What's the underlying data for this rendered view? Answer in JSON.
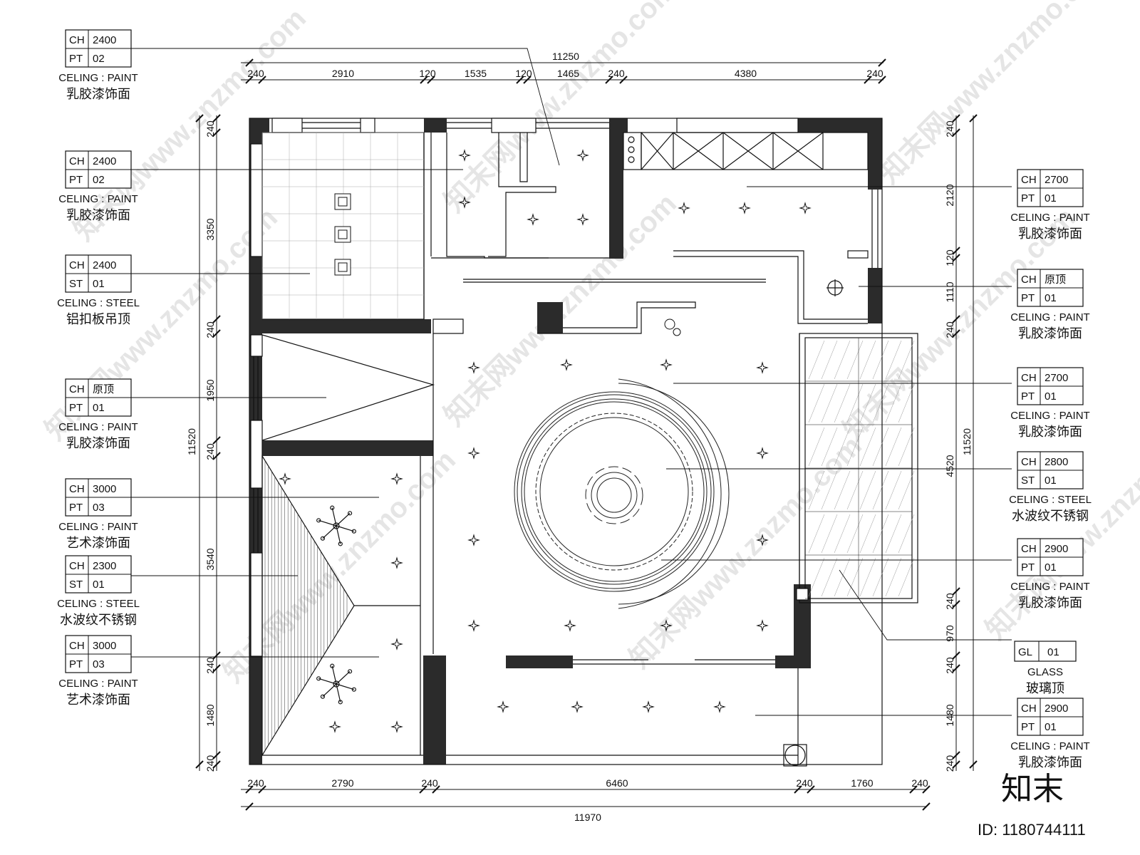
{
  "plan_title": "",
  "logo_text": "知末",
  "id_text": "ID: 1180744111",
  "watermark_text": "知末网www.znzmo.com",
  "dims": {
    "top_total": "11250",
    "top_parts": [
      "240",
      "2910",
      "120",
      "1535",
      "120",
      "1465",
      "240",
      "4380",
      "240"
    ],
    "bottom_total": "11970",
    "bottom_parts": [
      "240",
      "2790",
      "240",
      "6460",
      "240",
      "1760",
      "240"
    ],
    "left_total": "11520",
    "left_parts": [
      "240",
      "3350",
      "240",
      "1950",
      "240",
      "3540",
      "240",
      "1480",
      "240"
    ],
    "right_total": "11520",
    "right_parts": [
      "240",
      "2120",
      "120",
      "1110",
      "240",
      "4520",
      "240",
      "970",
      "240",
      "1480",
      "240"
    ]
  },
  "left_tags": [
    {
      "r1k": "CH",
      "r1v": "2400",
      "r2k": "PT",
      "r2v": "02",
      "en": "CELING : PAINT",
      "cn": "乳胶漆饰面"
    },
    {
      "r1k": "CH",
      "r1v": "2400",
      "r2k": "PT",
      "r2v": "02",
      "en": "CELING : PAINT",
      "cn": "乳胶漆饰面"
    },
    {
      "r1k": "CH",
      "r1v": "2400",
      "r2k": "ST",
      "r2v": "01",
      "en": "CELING : STEEL",
      "cn": "铝扣板吊顶"
    },
    {
      "r1k": "CH",
      "r1v": "原顶",
      "r2k": "PT",
      "r2v": "01",
      "en": "CELING : PAINT",
      "cn": "乳胶漆饰面"
    },
    {
      "r1k": "CH",
      "r1v": "3000",
      "r2k": "PT",
      "r2v": "03",
      "en": "CELING : PAINT",
      "cn": "艺术漆饰面"
    },
    {
      "r1k": "CH",
      "r1v": "2300",
      "r2k": "ST",
      "r2v": "01",
      "en": "CELING : STEEL",
      "cn": "水波纹不锈钢"
    },
    {
      "r1k": "CH",
      "r1v": "3000",
      "r2k": "PT",
      "r2v": "03",
      "en": "CELING : PAINT",
      "cn": "艺术漆饰面"
    }
  ],
  "right_tags": [
    {
      "r1k": "CH",
      "r1v": "2700",
      "r2k": "PT",
      "r2v": "01",
      "en": "CELING : PAINT",
      "cn": "乳胶漆饰面"
    },
    {
      "r1k": "CH",
      "r1v": "原顶",
      "r2k": "PT",
      "r2v": "01",
      "en": "CELING : PAINT",
      "cn": "乳胶漆饰面"
    },
    {
      "r1k": "CH",
      "r1v": "2700",
      "r2k": "PT",
      "r2v": "01",
      "en": "CELING : PAINT",
      "cn": "乳胶漆饰面"
    },
    {
      "r1k": "CH",
      "r1v": "2800",
      "r2k": "ST",
      "r2v": "01",
      "en": "CELING : STEEL",
      "cn": "水波纹不锈钢"
    },
    {
      "r1k": "CH",
      "r1v": "2900",
      "r2k": "PT",
      "r2v": "01",
      "en": "CELING : PAINT",
      "cn": "乳胶漆饰面"
    },
    {
      "r1k": "GL",
      "r1v": "01",
      "r2k": "",
      "r2v": "",
      "en": "GLASS",
      "cn": "玻璃顶"
    },
    {
      "r1k": "CH",
      "r1v": "2900",
      "r2k": "PT",
      "r2v": "01",
      "en": "CELING : PAINT",
      "cn": "乳胶漆饰面"
    }
  ]
}
